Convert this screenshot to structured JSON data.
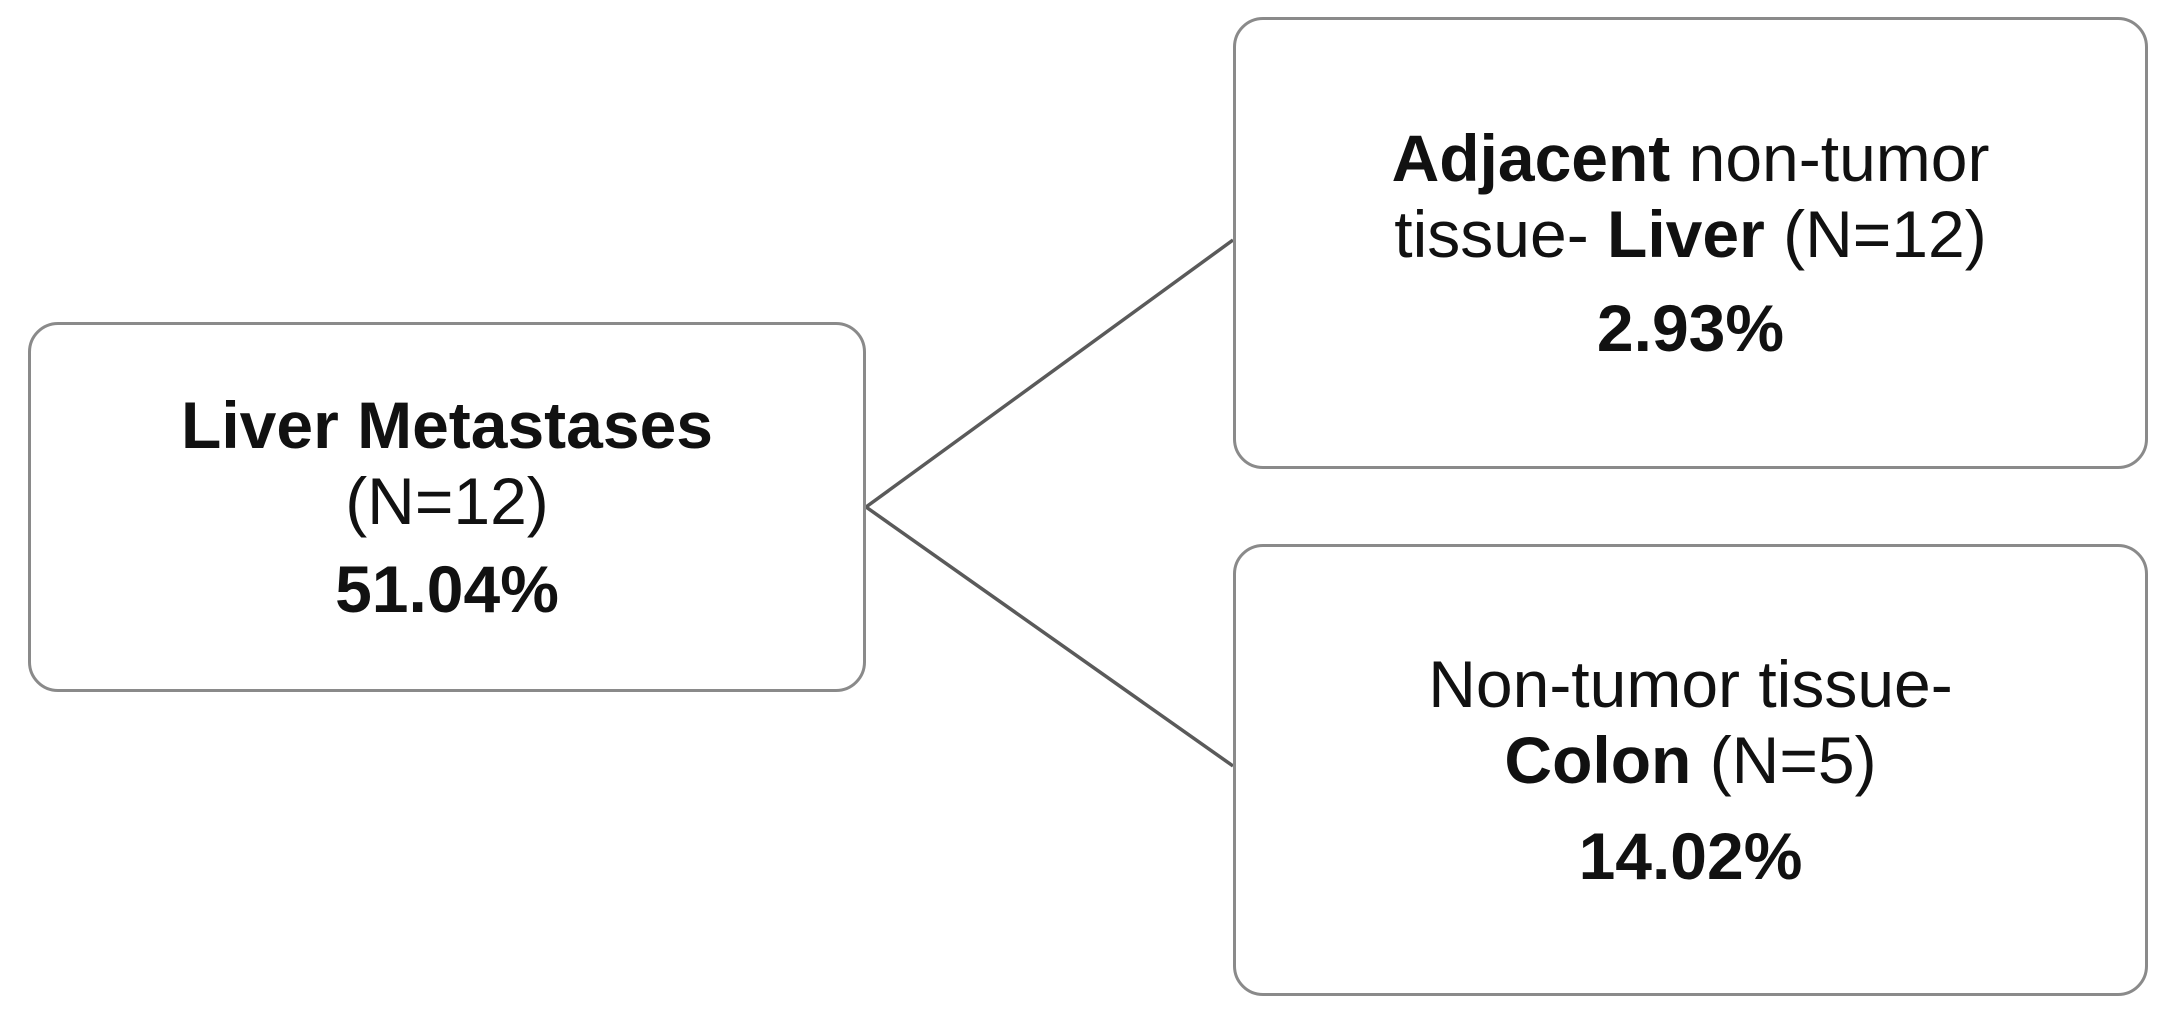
{
  "nodes": {
    "liver_metastases": {
      "title": "Liver Metastases",
      "n": "(N=12)",
      "percent": "51.04%"
    },
    "adjacent_liver": {
      "title_bold": "Adjacent",
      "title_rest": " non-tumor",
      "line2_pre": "tissue- ",
      "line2_bold": "Liver",
      "line2_post": " (N=12)",
      "percent": "2.93%"
    },
    "colon": {
      "line1": "Non-tumor tissue-",
      "line2_bold": "Colon",
      "line2_post": " (N=5)",
      "percent": "14.02%"
    }
  },
  "edges": [
    {
      "from": "liver_metastases",
      "to": "adjacent_liver"
    },
    {
      "from": "liver_metastases",
      "to": "colon"
    }
  ],
  "colors": {
    "box_border": "#8a8a8a",
    "connector": "#5a5a5a",
    "text": "#111111",
    "background": "#ffffff"
  }
}
